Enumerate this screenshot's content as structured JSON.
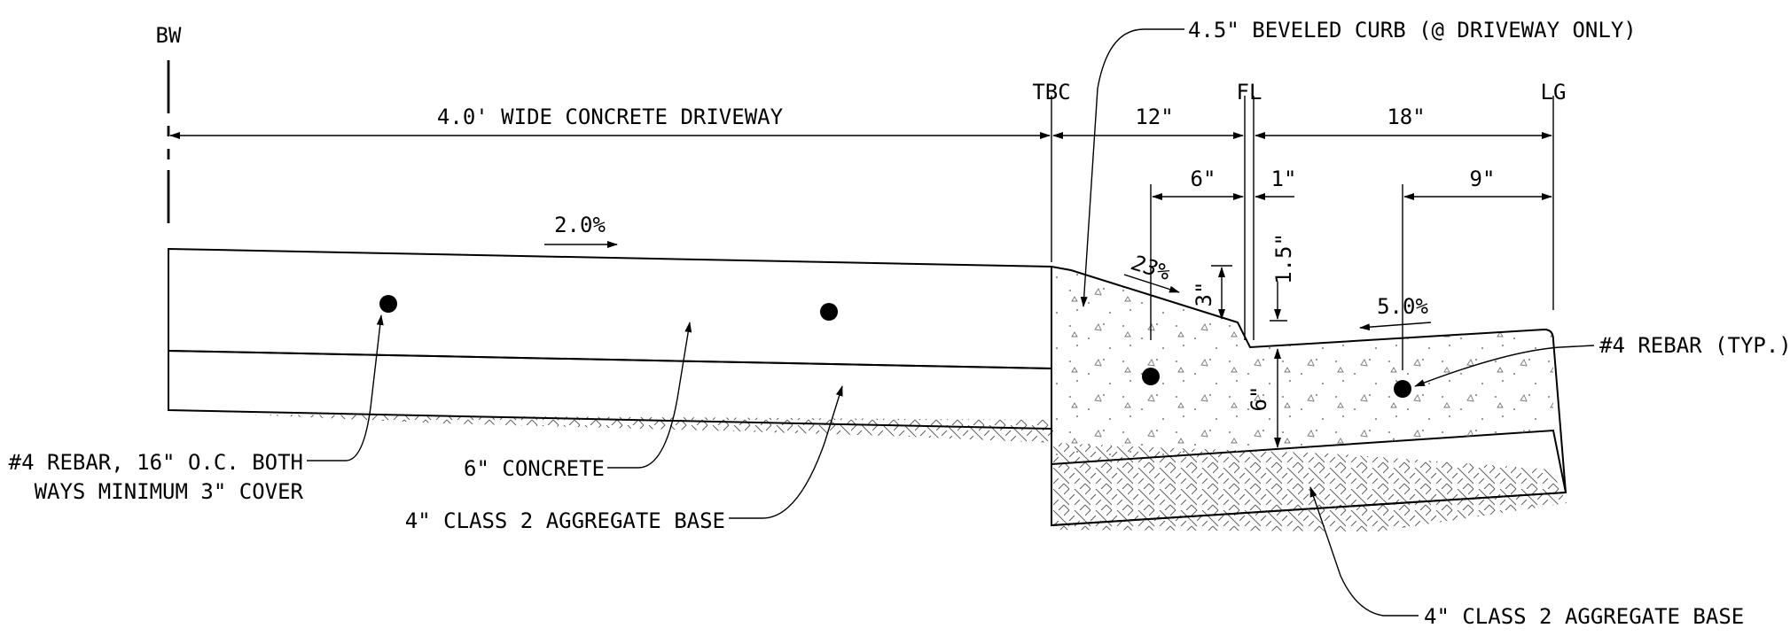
{
  "references": {
    "bw": "BW",
    "tbc": "TBC",
    "fl": "FL",
    "lg": "LG"
  },
  "dimensions": {
    "driveway_width": "4.0' WIDE CONCRETE DRIVEWAY",
    "dim_12": "12\"",
    "dim_18": "18\"",
    "dim_6": "6\"",
    "dim_1": "1\"",
    "dim_9": "9\"",
    "dim_3": "3\"",
    "dim_1_5": "1.5\"",
    "dim_6_depth": "6\""
  },
  "slopes": {
    "driveway": "2.0%",
    "bevel": "23%",
    "gutter": "5.0%"
  },
  "callouts": {
    "curb": "4.5\" BEVELED CURB (@ DRIVEWAY ONLY)",
    "rebar_typ": "#4 REBAR (TYP.)",
    "rebar_spacing_line1": "#4 REBAR, 16\" O.C. BOTH",
    "rebar_spacing_line2": "WAYS MINIMUM 3\" COVER",
    "concrete": "6\" CONCRETE",
    "base_left": "4\" CLASS 2 AGGREGATE BASE",
    "base_right": "4\" CLASS 2 AGGREGATE BASE"
  },
  "colors": {
    "line": "#000000",
    "background": "#ffffff"
  }
}
